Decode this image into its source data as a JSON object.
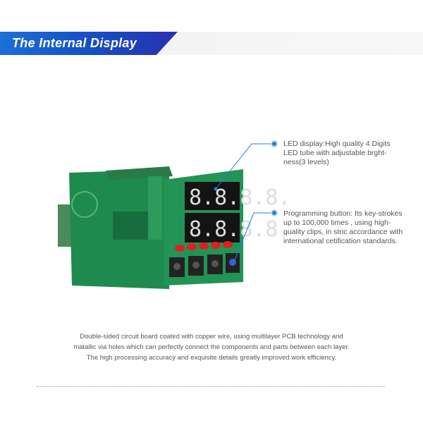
{
  "banner": {
    "title": "The Internal Display"
  },
  "callouts": [
    {
      "text": "LED display:High quality 4 Digits LED tube with adjustable brght-ness(3 levels)"
    },
    {
      "text": "Programming button:  Its key-strokes up to 100,000 times , using high-quality clips, in stric accordance with international cetification standards."
    }
  ],
  "description": {
    "lines": [
      "Double-sided circuit board coated with copper wire,  using multilayer PCB technology and",
      "matallic via holes which can perfectly connect the components and parts between each layer.",
      "The high processing accuracy and exquisite details greatly improved work efficiency."
    ]
  },
  "display": {
    "digits_top": "8.8.8.8.",
    "digits_bottom": "8.8.8.8."
  },
  "colors": {
    "accent": "#1d6fd8",
    "pcb": "#1e8a4e",
    "callout_line": "#2b7bd6"
  }
}
